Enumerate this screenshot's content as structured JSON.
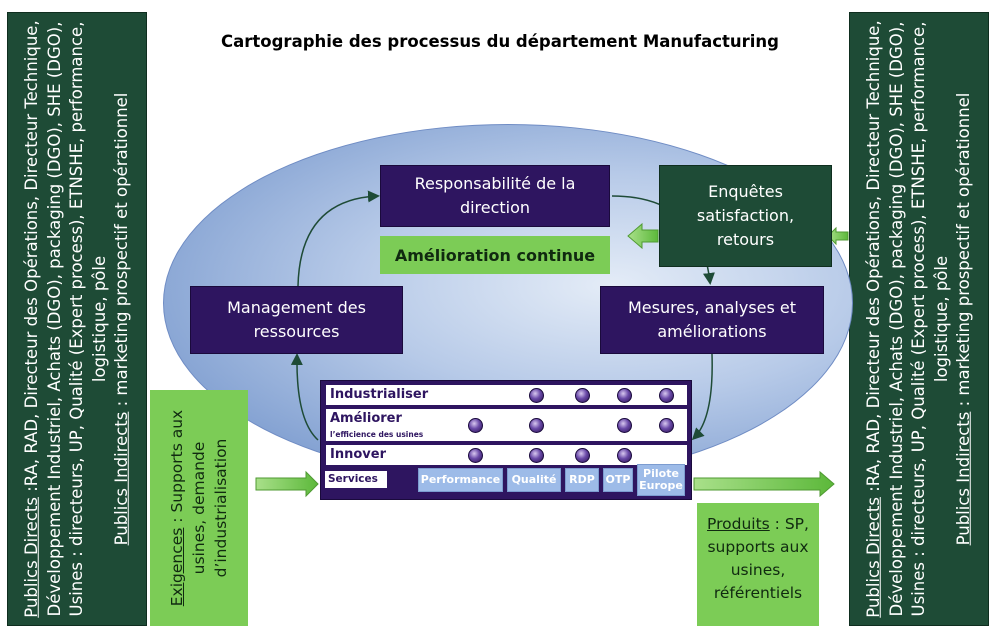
{
  "title": "Cartographie des processus du département Manufacturing",
  "side_panels": {
    "publics_directs_label": "Publics Directs",
    "publics_directs_text": " :RA, RAD, Directeur des Opérations, Directeur Technique, Développement Industriel, Achats (DGO), packaging (DGO), SHE (DGO), Usines : directeurs, UP, Qualité (Expert process), ETNSHE, performance, logistique, pôle",
    "publics_indirects_label": "Publics Indirects",
    "publics_indirects_text": " : marketing prospectif et opérationnel"
  },
  "processes": {
    "responsabilite": "Responsabilité de la direction",
    "management": "Management des ressources",
    "mesures": "Mesures, analyses et améliorations",
    "enquetes": "Enquêtes satisfaction, retours",
    "amelioration": "Amélioration continue"
  },
  "inputs": {
    "exigences_label": "Exigences",
    "exigences_text": " : Supports aux usines, demande d’industrialisation"
  },
  "outputs": {
    "produits_label": "Produits",
    "produits_text": " : SP, supports aux usines, référentiels"
  },
  "matrix": {
    "rows": [
      {
        "label": "Industrialiser",
        "sub": ""
      },
      {
        "label": "Améliorer",
        "sub": "l’efficience des usines"
      },
      {
        "label": "Innover",
        "sub": ""
      }
    ],
    "services_label": "Services",
    "services": [
      "Performance",
      "Qualité",
      "RDP",
      "OTP",
      "Pilote Europe"
    ]
  },
  "colors": {
    "dark_green": "#1e4b36",
    "light_green": "#7ccc56",
    "purple": "#2e1560",
    "light_blue": "#9dbbe8"
  }
}
